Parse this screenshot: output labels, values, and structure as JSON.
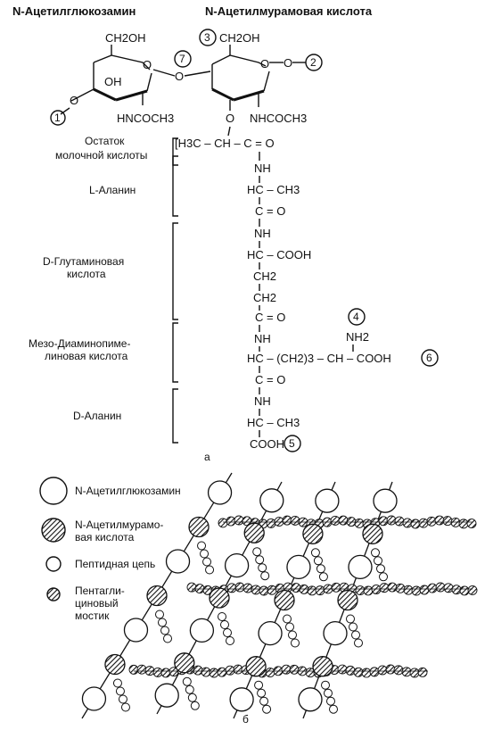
{
  "part_a": {
    "titles": {
      "glcnac": "N-Ацетилглюкозамин",
      "murnac": "N-Ацетилмурамовая кислота"
    },
    "ring_left": {
      "ch2oh": "CH2OH",
      "oh": "OH",
      "nhcoch3": "HNCOCH3"
    },
    "ring_right": {
      "ch2oh": "CH2OH",
      "nhcoch3": "NHCOCH3",
      "o_sub": "O"
    },
    "ring_o": "O",
    "circled": [
      "1",
      "2",
      "3",
      "4",
      "5",
      "6",
      "7"
    ],
    "residue_labels": {
      "lactate": "Остаток\nмолочной кислоты",
      "l_ala": "L-Аланин",
      "d_glu": "D-Глутаминовая\nкислота",
      "dap": "Мезо-Диаминопиме-\nлиновая кислота",
      "d_ala": "D-Аланин"
    },
    "chain": {
      "lactate_row": "[H3C – CH – C = O",
      "nh1": "NH",
      "ala_row": "HC – CH3",
      "co1": "C = O",
      "nh2": "NH",
      "glu_row": "HC – COOH",
      "ch2_a": "CH2",
      "ch2_b": "CH2",
      "co2": "C = O",
      "nh3": "NH",
      "dap_row": "HC – (CH2)3 – CH – COOH",
      "nh2_side": "NH2",
      "co3": "C = O",
      "nh4": "NH",
      "dala_row": "HC – CH3",
      "cooh": "COOH"
    },
    "panel_letter": "а"
  },
  "part_b": {
    "legend": [
      {
        "label": "N-Ацетилглюкозамин",
        "icon": "large-white-circle"
      },
      {
        "label": "N-Ацетилмурамо-\nвая кислота",
        "icon": "hatched-circle"
      },
      {
        "label": "Пептидная цепь",
        "icon": "small-white-circle"
      },
      {
        "label": "Пентагли-\nциновый\nмостик",
        "icon": "small-hatched-circle"
      }
    ],
    "panel_letter": "б"
  }
}
